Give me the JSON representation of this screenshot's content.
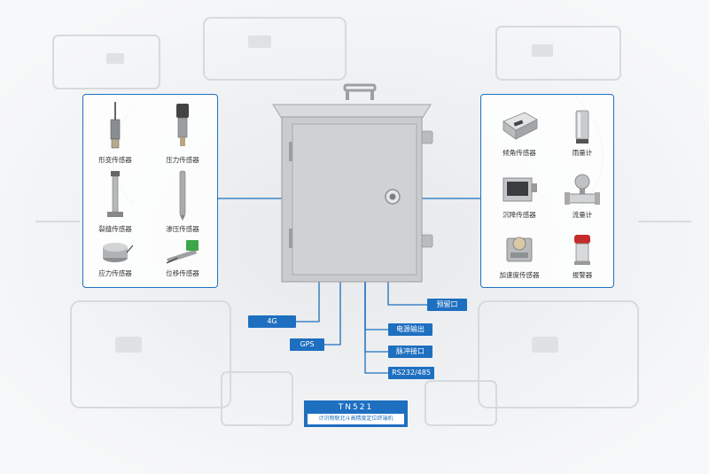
{
  "left_sensors": [
    {
      "label": "形变传感器",
      "icon": "strain-sensor-icon"
    },
    {
      "label": "压力传感器",
      "icon": "pressure-sensor-icon"
    },
    {
      "label": "裂缝传感器",
      "icon": "crack-sensor-icon"
    },
    {
      "label": "渗压传感器",
      "icon": "seepage-sensor-icon"
    },
    {
      "label": "应力传感器",
      "icon": "stress-sensor-icon"
    },
    {
      "label": "位移传感器",
      "icon": "displacement-sensor-icon"
    }
  ],
  "right_sensors": [
    {
      "label": "倾角传感器",
      "icon": "tilt-sensor-icon"
    },
    {
      "label": "雨量计",
      "icon": "rain-gauge-icon"
    },
    {
      "label": "沉降传感器",
      "icon": "settlement-sensor-icon"
    },
    {
      "label": "流量计",
      "icon": "flowmeter-icon"
    },
    {
      "label": "加速度传感器",
      "icon": "accelerometer-icon"
    },
    {
      "label": "报警器",
      "icon": "alarm-icon"
    }
  ],
  "interfaces": {
    "reserved": "预留口",
    "g4": "4G",
    "gps": "GPS",
    "power_out": "电源输出",
    "pulse": "脉冲接口",
    "serial": "RS232/485"
  },
  "device": {
    "model": "TN521",
    "description": "计讯物联北斗高精度定位终端机"
  },
  "colors": {
    "accent": "#1e6fc0",
    "panel_border": "#1e72c6",
    "cabinet": "#c9cbcd"
  }
}
